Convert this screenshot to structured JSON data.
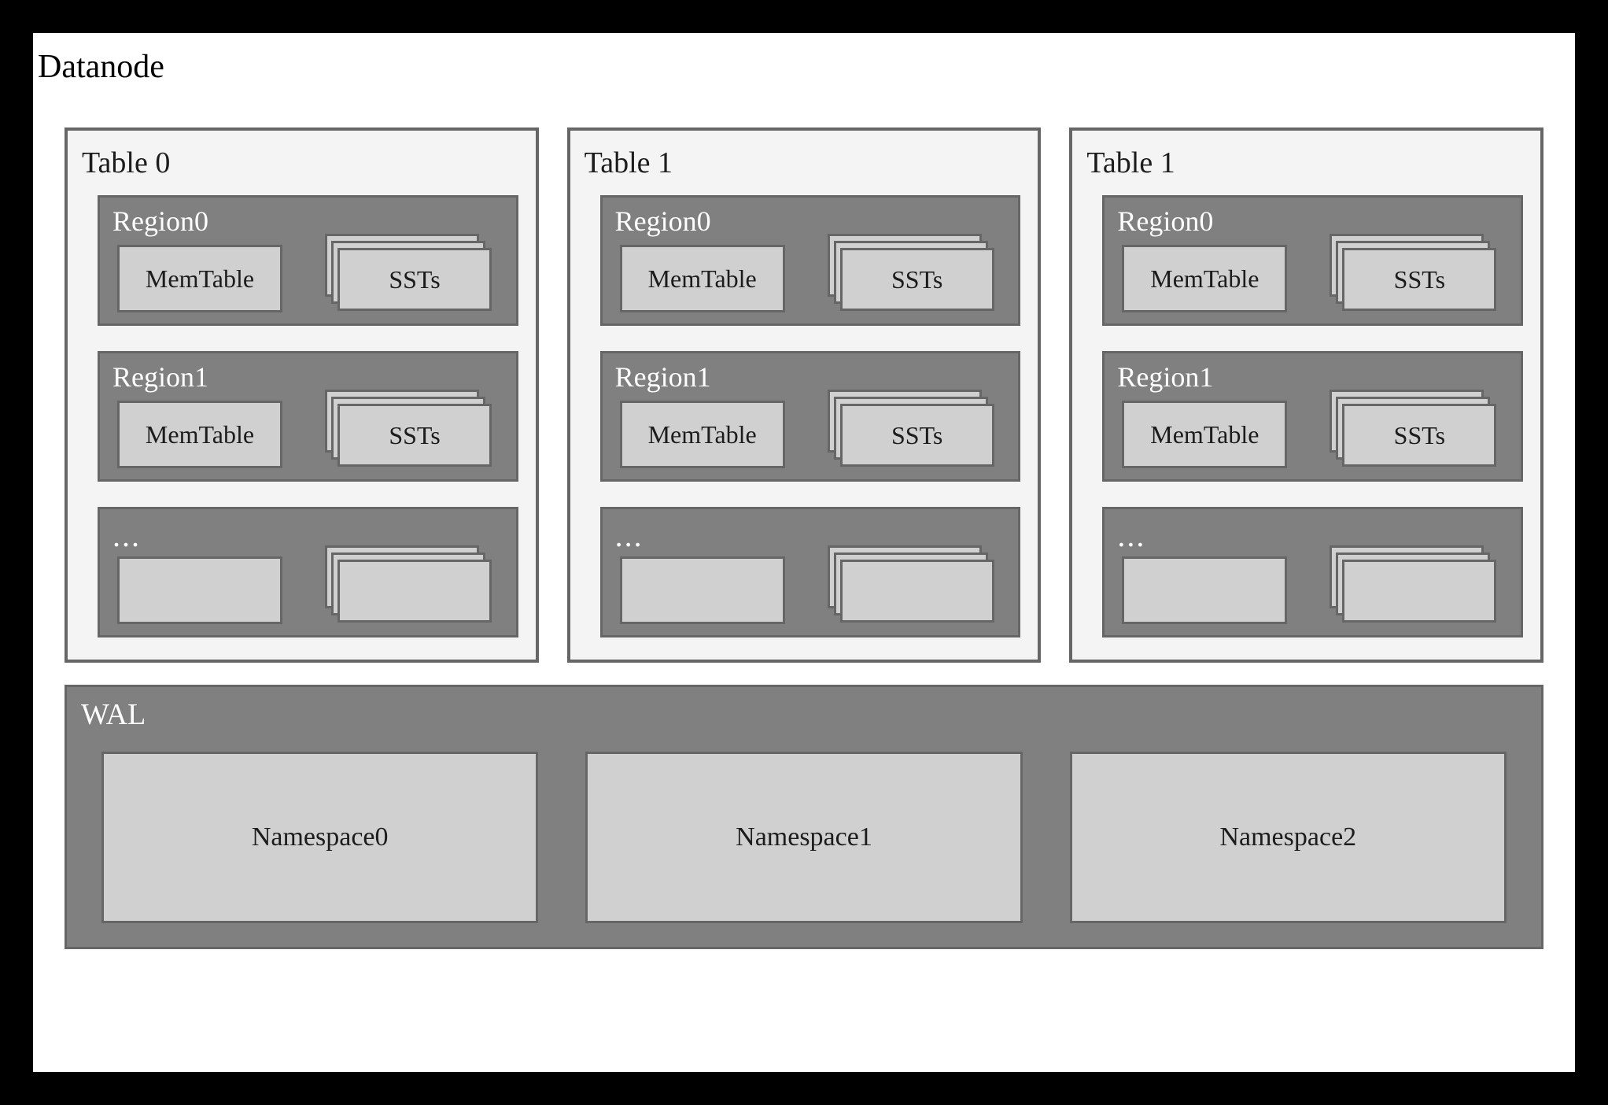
{
  "diagram": {
    "title": "Datanode",
    "colors": {
      "outer_frame": "#000000",
      "canvas": "#ffffff",
      "table_panel_fill": "#f4f4f4",
      "region_fill": "#808080",
      "box_fill": "#d0d0d0",
      "border": "#666666",
      "text_dark": "#1c1c1c",
      "text_light": "#ffffff"
    }
  },
  "tables": [
    {
      "title": "Table 0",
      "regions": [
        {
          "label": "Region0",
          "memtable": "MemTable",
          "ssts": "SSTs"
        },
        {
          "label": "Region1",
          "memtable": "MemTable",
          "ssts": "SSTs"
        },
        {
          "label": "...",
          "memtable": "",
          "ssts": ""
        }
      ]
    },
    {
      "title": "Table 1",
      "regions": [
        {
          "label": "Region0",
          "memtable": "MemTable",
          "ssts": "SSTs"
        },
        {
          "label": "Region1",
          "memtable": "MemTable",
          "ssts": "SSTs"
        },
        {
          "label": "...",
          "memtable": "",
          "ssts": ""
        }
      ]
    },
    {
      "title": "Table 1",
      "regions": [
        {
          "label": "Region0",
          "memtable": "MemTable",
          "ssts": "SSTs"
        },
        {
          "label": "Region1",
          "memtable": "MemTable",
          "ssts": "SSTs"
        },
        {
          "label": "...",
          "memtable": "",
          "ssts": ""
        }
      ]
    }
  ],
  "wal": {
    "label": "WAL",
    "namespaces": [
      "Namespace0",
      "Namespace1",
      "Namespace2"
    ]
  }
}
